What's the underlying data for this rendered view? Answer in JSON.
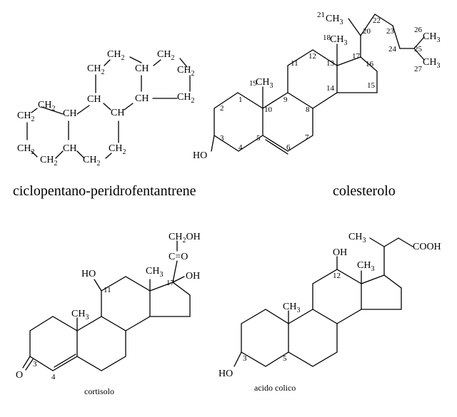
{
  "captions": {
    "cpp": "ciclopentano-peridrofentantrene",
    "chol": "colesterolo",
    "cort": "cortisolo",
    "cholic": "acido colico"
  },
  "cpp": {
    "ch2": "CH",
    "sub2": "2",
    "ch": "CH"
  },
  "chol": {
    "ho": "HO",
    "ch3": "CH",
    "sub3": "3",
    "num": {
      "n1": "1",
      "n2": "2",
      "n3": "3",
      "n4": "4",
      "n5": "5",
      "n6": "6",
      "n7": "7",
      "n8": "8",
      "n9": "9",
      "n10": "10",
      "n11": "11",
      "n12": "12",
      "n13": "13",
      "n14": "14",
      "n15": "15",
      "n16": "16",
      "n17": "17",
      "n18": "18",
      "n19": "19",
      "n20": "20",
      "n21": "21",
      "n22": "22",
      "n23": "23",
      "n24": "24",
      "n25": "25",
      "n26": "26",
      "n27": "27"
    }
  },
  "cort": {
    "ch2oh": "CH",
    "ch2oh_sub": "2",
    "ch2oh_tail": "OH",
    "co": "C=O",
    "oh": "OH",
    "ho": "HO",
    "ch3": "CH",
    "sub3": "3",
    "o": "O",
    "num": {
      "n3": "3",
      "n4": "4",
      "n11": "11",
      "n17": "17"
    }
  },
  "cholic": {
    "ch3": "CH",
    "sub3": "3",
    "cooh": "COOH",
    "oh": "OH",
    "ho": "HO",
    "num": {
      "n3": "3",
      "n5": "5",
      "n12": "12"
    }
  }
}
